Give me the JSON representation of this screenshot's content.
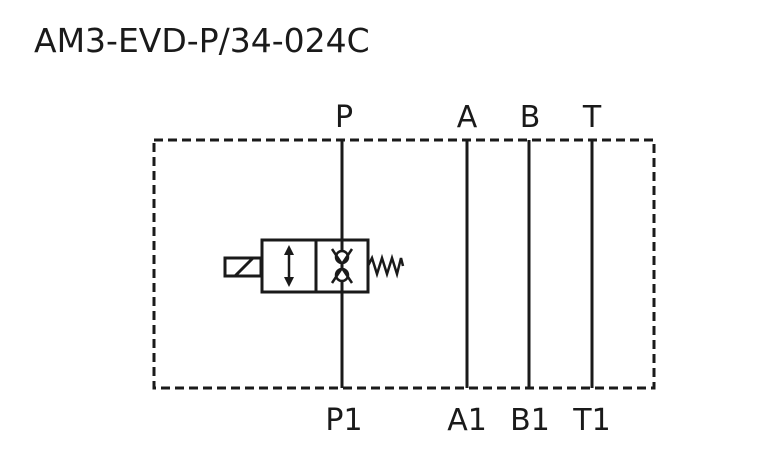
{
  "title": "AM3-EVD-P/34-024C",
  "ports_top": {
    "p": "P",
    "a": "A",
    "b": "B",
    "t": "T"
  },
  "ports_bottom": {
    "p1": "P1",
    "a1": "A1",
    "b1": "B1",
    "t1": "T1"
  }
}
